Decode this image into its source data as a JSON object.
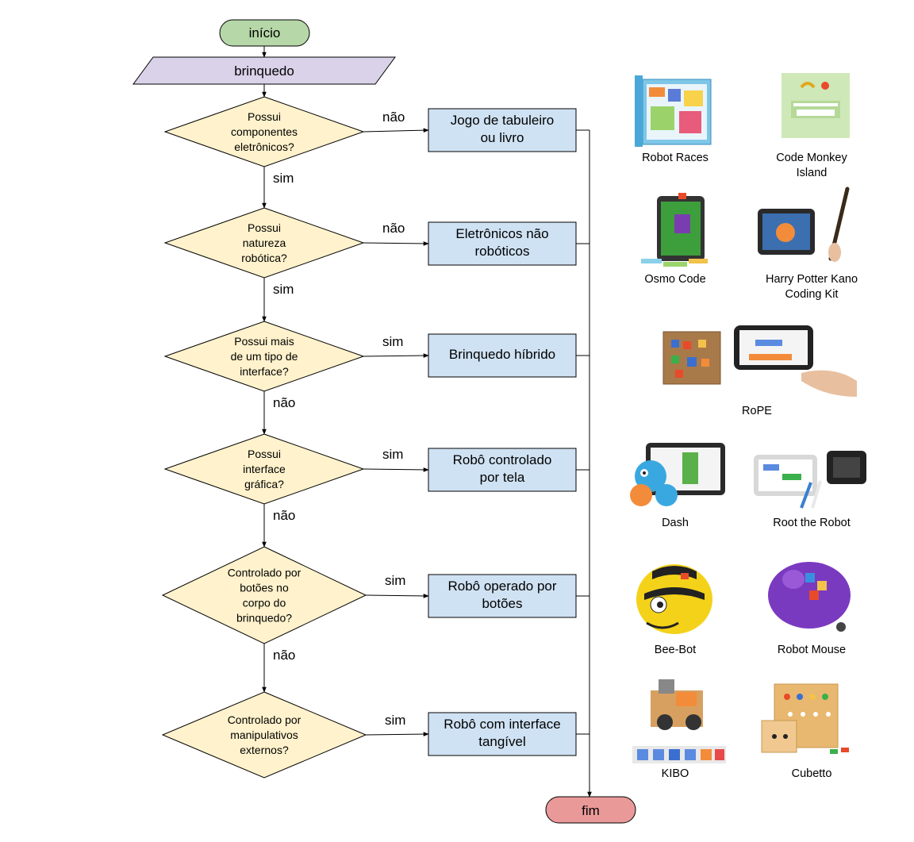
{
  "colors": {
    "start": "#b6d7a8",
    "end": "#ea9999",
    "input": "#d9d2e9",
    "decision": "#fff2cc",
    "process": "#cfe2f3",
    "stroke": "#000000"
  },
  "flow": {
    "start": "início",
    "input": "brinquedo",
    "end": "fim",
    "decisions": [
      {
        "lines": [
          "Possui",
          "componentes",
          "eletrônicos?"
        ],
        "out_label": "não",
        "down_label": "sim"
      },
      {
        "lines": [
          "Possui",
          "natureza",
          "robótica?"
        ],
        "out_label": "não",
        "down_label": "sim"
      },
      {
        "lines": [
          "Possui mais",
          "de um tipo de",
          "interface?"
        ],
        "out_label": "sim",
        "down_label": "não"
      },
      {
        "lines": [
          "Possui",
          "interface",
          "gráfica?"
        ],
        "out_label": "sim",
        "down_label": "não"
      },
      {
        "lines": [
          "Controlado por",
          "botões no",
          "corpo do",
          "brinquedo?"
        ],
        "out_label": "sim",
        "down_label": "não"
      },
      {
        "lines": [
          "Controlado por",
          "manipulativos",
          "externos?"
        ],
        "out_label": "sim"
      }
    ],
    "results": [
      {
        "lines": [
          "Jogo de tabuleiro",
          "ou livro"
        ]
      },
      {
        "lines": [
          "Eletrônicos não",
          "robóticos"
        ]
      },
      {
        "lines": [
          "Brinquedo híbrido"
        ]
      },
      {
        "lines": [
          "Robô controlado",
          "por tela"
        ]
      },
      {
        "lines": [
          "Robô operado por",
          "botões"
        ]
      },
      {
        "lines": [
          "Robô com interface",
          "tangível"
        ]
      }
    ]
  },
  "examples": [
    {
      "lines": [
        "Robot Races"
      ],
      "icon": "robot-races-box-icon"
    },
    {
      "lines": [
        "Code Monkey",
        "Island"
      ],
      "icon": "code-monkey-island-box-icon"
    },
    {
      "lines": [
        "Osmo Code"
      ],
      "icon": "osmo-tablet-icon"
    },
    {
      "lines": [
        "Harry Potter Kano",
        "Coding Kit"
      ],
      "icon": "kano-wand-tablet-icon"
    },
    {
      "lines": [
        "RoPE"
      ],
      "icon": "rope-robot-phone-icon"
    },
    {
      "lines": [
        "Dash"
      ],
      "icon": "dash-robot-tablet-icon"
    },
    {
      "lines": [
        "Root the Robot"
      ],
      "icon": "root-robot-tablet-icon"
    },
    {
      "lines": [
        "Bee-Bot"
      ],
      "icon": "bee-bot-icon"
    },
    {
      "lines": [
        "Robot Mouse"
      ],
      "icon": "robot-mouse-icon"
    },
    {
      "lines": [
        "KIBO"
      ],
      "icon": "kibo-robot-blocks-icon"
    },
    {
      "lines": [
        "Cubetto"
      ],
      "icon": "cubetto-board-icon"
    }
  ]
}
